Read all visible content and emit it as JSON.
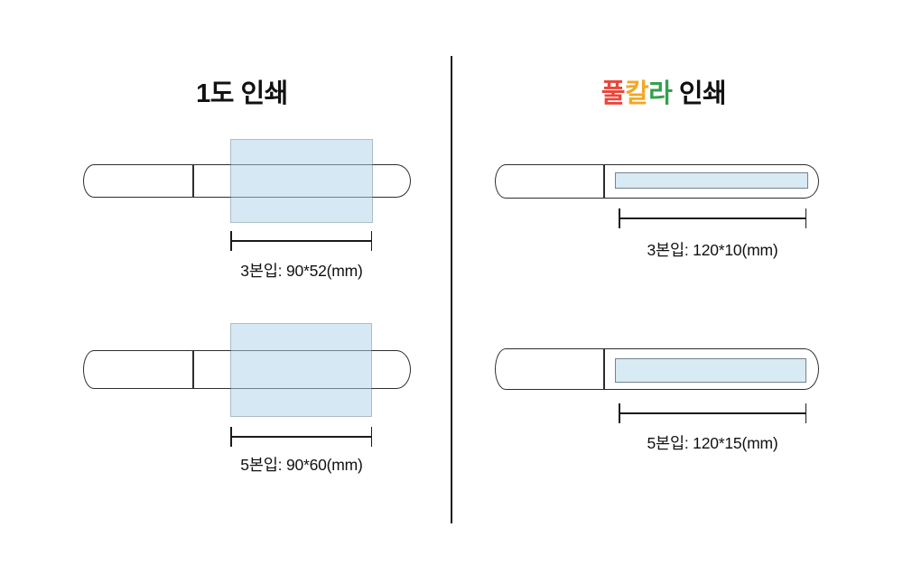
{
  "left_section": {
    "title": "1도 인쇄",
    "diagram_3pack": {
      "dimension_label": "3본입: 90*52(mm)",
      "print_area_mm": "90*52"
    },
    "diagram_5pack": {
      "dimension_label": "5본입: 90*60(mm)",
      "print_area_mm": "90*60"
    }
  },
  "right_section": {
    "title_parts": [
      {
        "text": "풀",
        "color": "#e8483c"
      },
      {
        "text": "칼",
        "color": "#f5a623"
      },
      {
        "text": "라",
        "color": "#33a04e"
      },
      {
        "text": " 인쇄",
        "color": "#111111"
      }
    ],
    "diagram_3pack": {
      "dimension_label": "3본입: 120*10(mm)",
      "print_area_mm": "120*10"
    },
    "diagram_5pack": {
      "dimension_label": "5본입: 120*15(mm)",
      "print_area_mm": "120*15"
    }
  },
  "colors": {
    "print_area_fill_translucent": "#aed3e8",
    "print_area_fill_solid": "#d8eaf3",
    "pen_outline": "#2d2d2d",
    "divider_line": "#1a1a1a",
    "text": "#111111"
  }
}
